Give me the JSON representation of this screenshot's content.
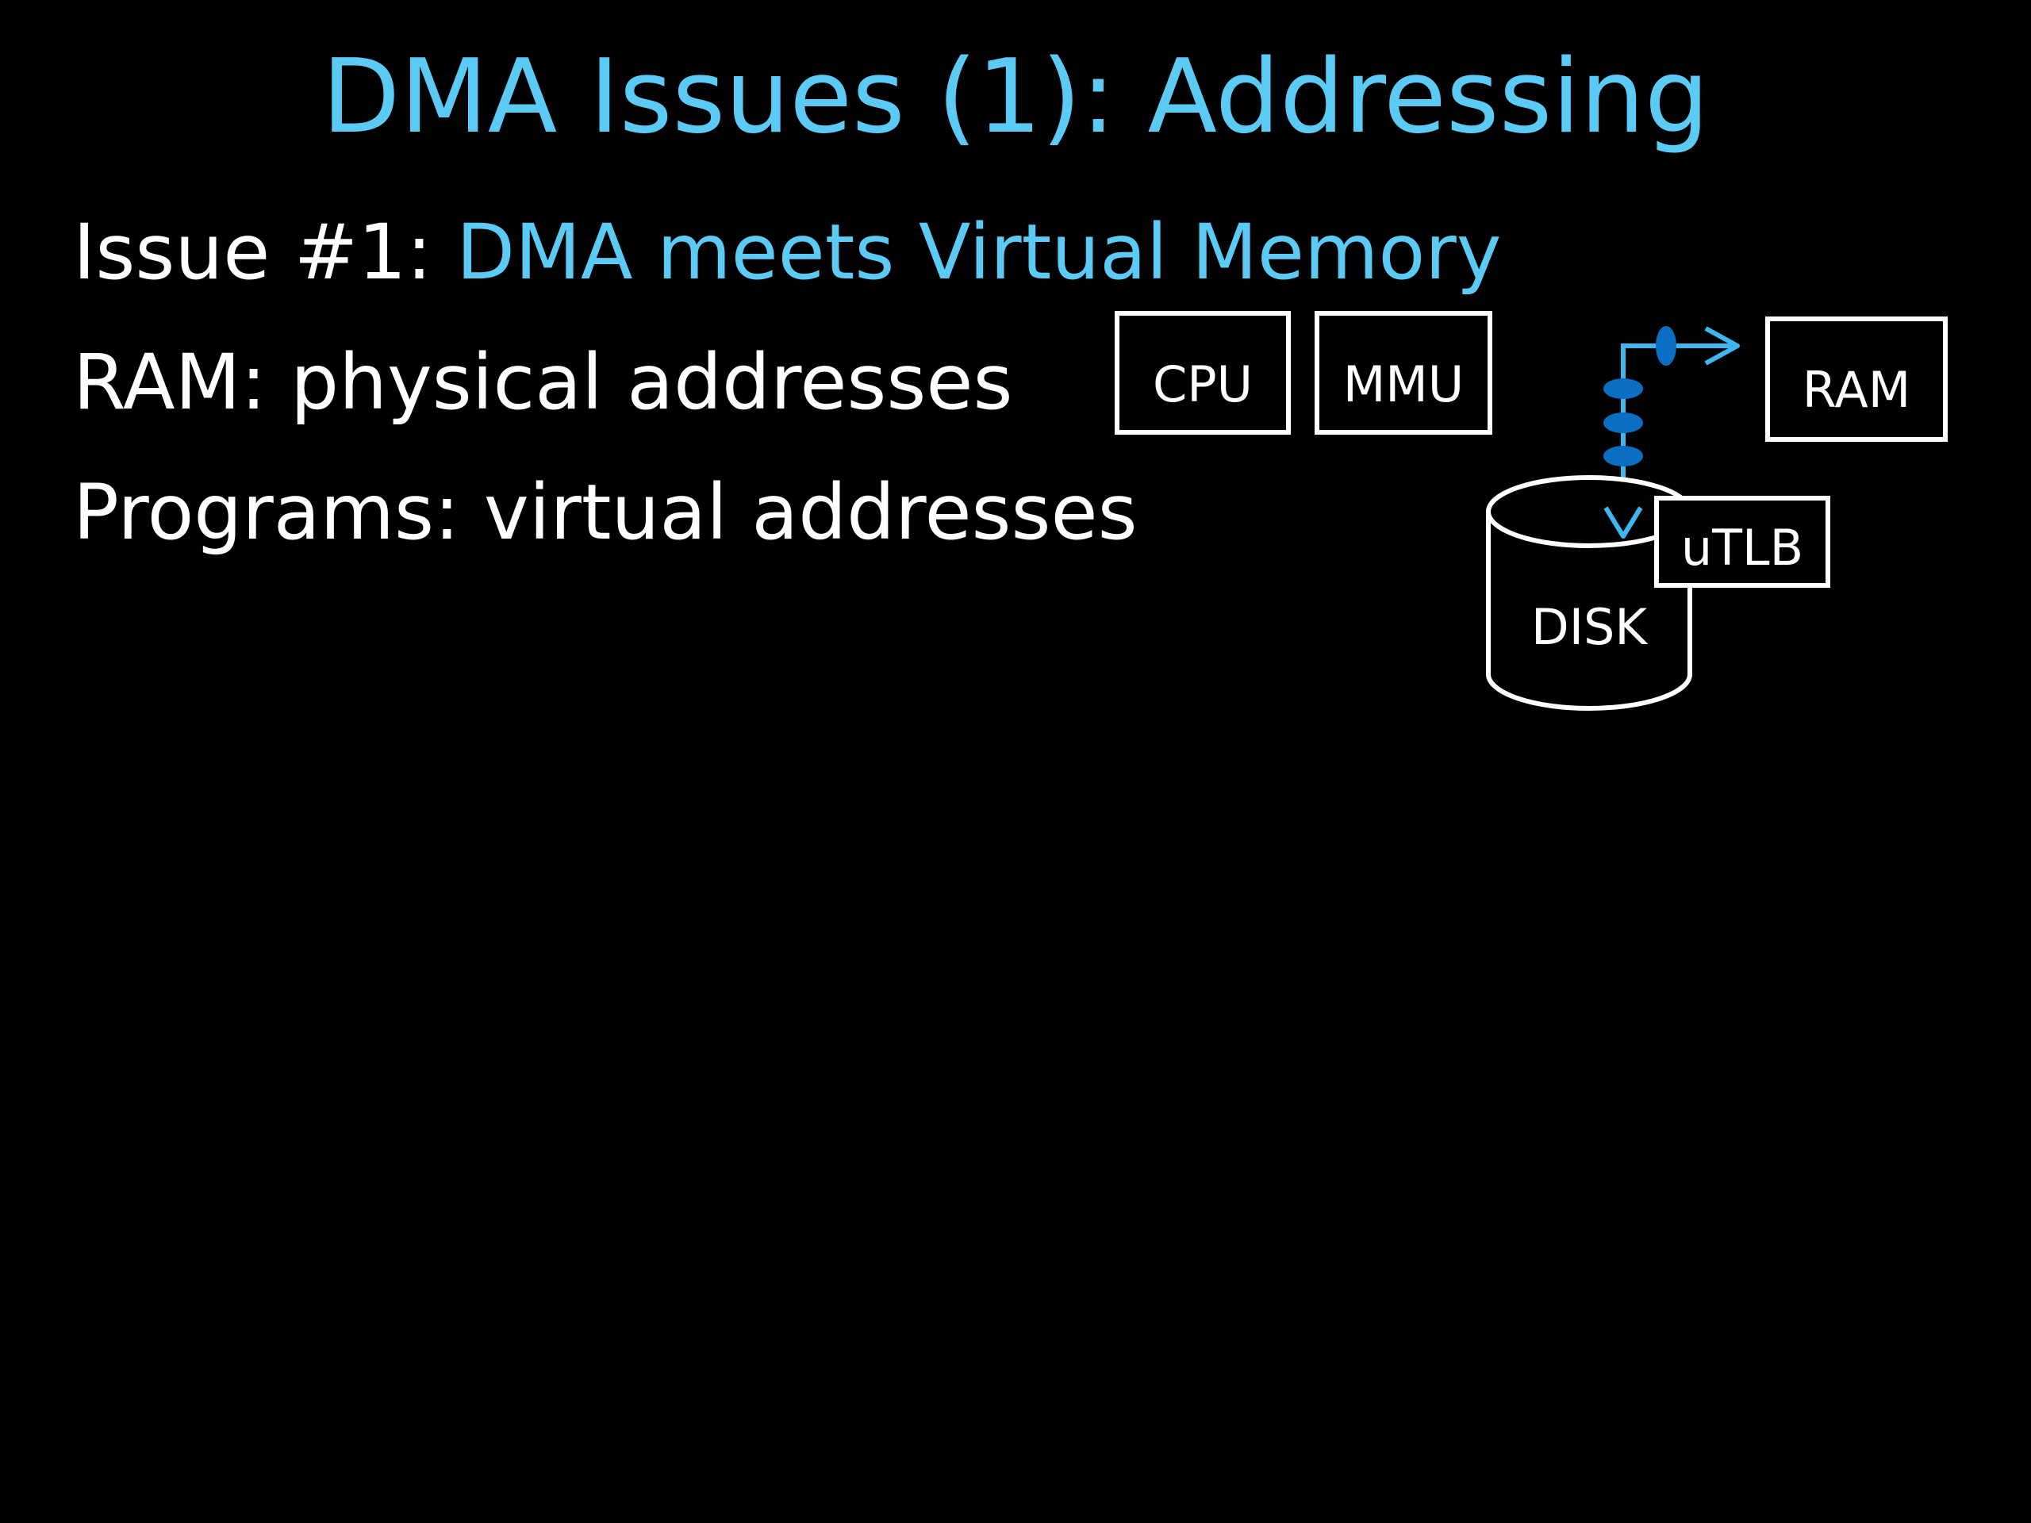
{
  "slide": {
    "title": "DMA Issues (1): Addressing",
    "bullets": {
      "issue_prefix": "Issue #1: ",
      "issue_highlight": "DMA meets Virtual Memory",
      "ram_line": "RAM: physical addresses",
      "programs_line": "Programs: virtual addresses"
    }
  },
  "diagram": {
    "cpu_label": "CPU",
    "mmu_label": "MMU",
    "ram_label": "RAM",
    "disk_label": "DISK",
    "utlb_label": "uTLB"
  },
  "colors": {
    "accent": "#5bcbf5",
    "bus": "#3fb6ee",
    "bus_node": "#0a6fc2",
    "text": "#ffffff",
    "background": "#000000"
  }
}
